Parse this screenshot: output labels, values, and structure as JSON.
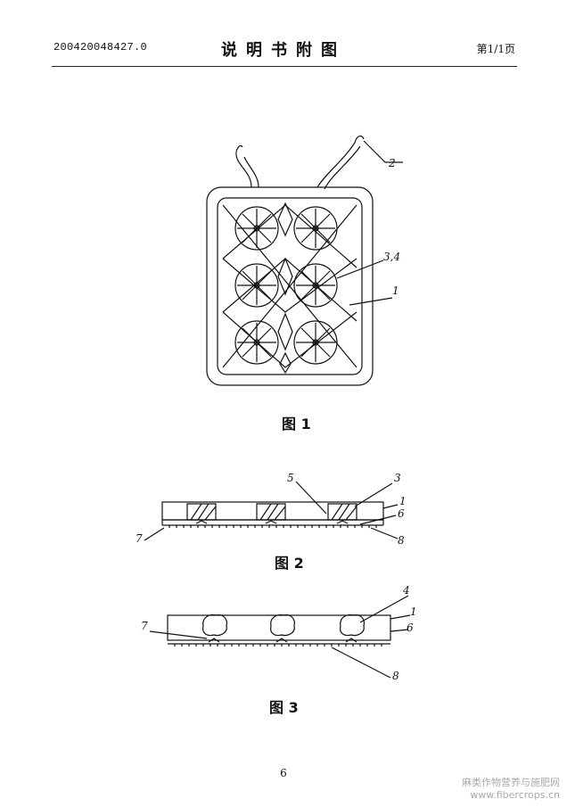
{
  "header": {
    "doc_number": "200420048427.0",
    "title": "说明书附图",
    "page_label": "第1/1页"
  },
  "figures": [
    {
      "caption": "图 1",
      "labels": [
        "2",
        "3,4",
        "1"
      ]
    },
    {
      "caption": "图 2",
      "labels": [
        "5",
        "3",
        "1",
        "6",
        "7",
        "8"
      ]
    },
    {
      "caption": "图 3",
      "labels": [
        "4",
        "1",
        "6",
        "7",
        "8"
      ]
    }
  ],
  "footer": {
    "page_number": "6"
  },
  "watermark": {
    "line1": "麻类作物营养与施肥网",
    "line2": "www.fibercrops.cn"
  }
}
